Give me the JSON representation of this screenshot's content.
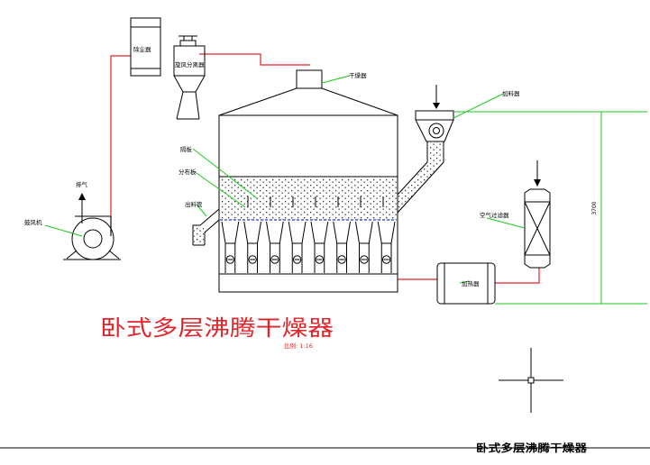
{
  "title": "卧式多层沸腾干燥器",
  "scale_text": "比例: 1:16",
  "footer_text": "卧式多层沸腾干燥器",
  "dimension_text": "3700",
  "labels": {
    "dust_collector": "除尘器",
    "cyclone": "旋风分离器",
    "dryer": "干燥器",
    "feeder": "加料器",
    "partition": "隔板",
    "distributor_plate": "分布板",
    "discharge_pipe": "出料管",
    "exhaust": "排气",
    "fan": "鼓风机",
    "air_filter": "空气过滤器",
    "heater": "加热器"
  },
  "colors": {
    "duct": "#e0262b",
    "leader": "#1ec81e",
    "outline": "#000000",
    "accent_blue": "#1a3fd6",
    "title": "#e0262b"
  }
}
